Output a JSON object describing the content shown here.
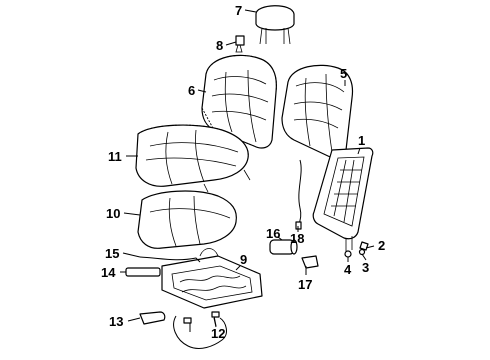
{
  "diagram": {
    "callouts": [
      {
        "id": "c1",
        "text": "1"
      },
      {
        "id": "c2",
        "text": "2"
      },
      {
        "id": "c3",
        "text": "3"
      },
      {
        "id": "c4",
        "text": "4"
      },
      {
        "id": "c5",
        "text": "5"
      },
      {
        "id": "c6",
        "text": "6"
      },
      {
        "id": "c7",
        "text": "7"
      },
      {
        "id": "c8",
        "text": "8"
      },
      {
        "id": "c9",
        "text": "9"
      },
      {
        "id": "c10",
        "text": "10"
      },
      {
        "id": "c11",
        "text": "11"
      },
      {
        "id": "c12",
        "text": "12"
      },
      {
        "id": "c13",
        "text": "13"
      },
      {
        "id": "c14",
        "text": "14"
      },
      {
        "id": "c15",
        "text": "15"
      },
      {
        "id": "c16",
        "text": "16"
      },
      {
        "id": "c17",
        "text": "17"
      },
      {
        "id": "c18",
        "text": "18"
      }
    ]
  }
}
